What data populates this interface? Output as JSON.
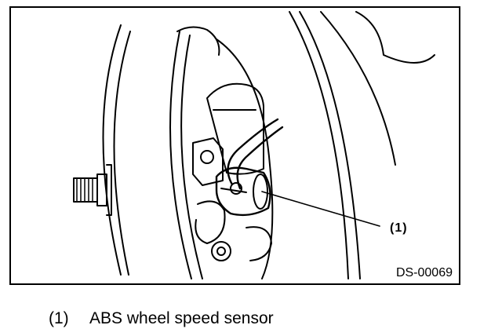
{
  "figure": {
    "figure_id": "DS-00069",
    "callout_label": "(1)"
  },
  "legend": {
    "items": [
      {
        "number": "(1)",
        "text": "ABS wheel speed sensor"
      }
    ]
  }
}
